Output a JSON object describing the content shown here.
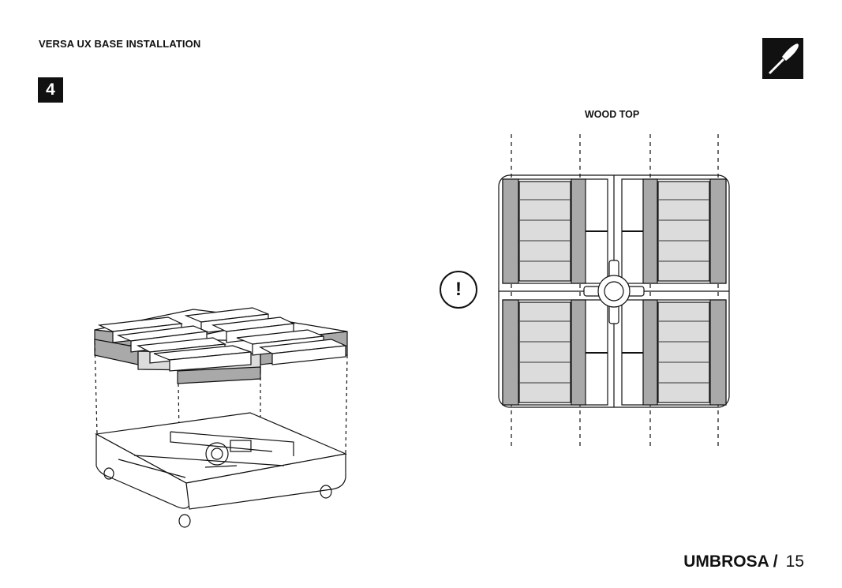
{
  "header": {
    "title": "VERSA UX BASE INSTALLATION"
  },
  "step": {
    "number": "4"
  },
  "tool": {
    "icon": "screwdriver-icon"
  },
  "top_view": {
    "label": "WOOD TOP"
  },
  "notice": {
    "symbol": "!"
  },
  "footer": {
    "brand": "UMBROSA /",
    "page": "15"
  },
  "colors": {
    "ink": "#111111",
    "fill_gray": "#a9a9a9",
    "light_gray": "#dcdcdc"
  }
}
